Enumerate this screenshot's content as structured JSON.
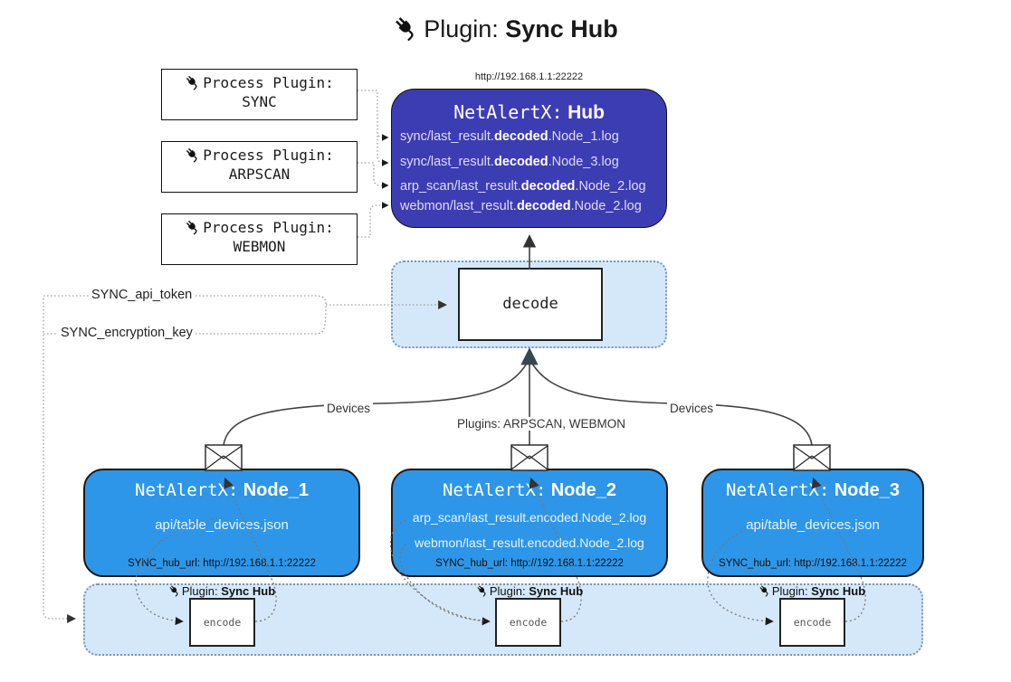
{
  "title": {
    "prefix": "Plugin:",
    "name": "Sync Hub"
  },
  "hub": {
    "url": "http://192.168.1.1:22222",
    "title_prefix": "NetAlertX:",
    "title_name": "Hub",
    "files": [
      {
        "pre": "sync/last_result.",
        "bold": "decoded",
        "post": ".Node_1.log"
      },
      {
        "pre": "sync/last_result.",
        "bold": "decoded",
        "post": ".Node_3.log"
      },
      {
        "pre": "arp_scan/last_result.",
        "bold": "decoded",
        "post": ".Node_2.log"
      },
      {
        "pre": "webmon/last_result.",
        "bold": "decoded",
        "post": ".Node_2.log"
      }
    ]
  },
  "process_plugins": [
    {
      "label": "Process Plugin:",
      "name": "SYNC"
    },
    {
      "label": "Process Plugin:",
      "name": "ARPSCAN"
    },
    {
      "label": "Process Plugin:",
      "name": "WEBMON"
    }
  ],
  "decode": {
    "label": "decode"
  },
  "settings": {
    "api_token": "SYNC_api_token",
    "encryption_key": "SYNC_encryption_key"
  },
  "edge_labels": {
    "devices_left": "Devices",
    "devices_right": "Devices",
    "plugins": "Plugins: ARPSCAN, WEBMON"
  },
  "nodes": [
    {
      "title_prefix": "NetAlertX:",
      "title_name": "Node_1",
      "files": [
        "api/table_devices.json"
      ],
      "hub_url": "SYNC_hub_url: http://192.168.1.1:22222"
    },
    {
      "title_prefix": "NetAlertX:",
      "title_name": "Node_2",
      "files": [
        "arp_scan/last_result.encoded.Node_2.log",
        "webmon/last_result.encoded.Node_2.log"
      ],
      "hub_url": "SYNC_hub_url: http://192.168.1.1:22222"
    },
    {
      "title_prefix": "NetAlertX:",
      "title_name": "Node_3",
      "files": [
        "api/table_devices.json"
      ],
      "hub_url": "SYNC_hub_url: http://192.168.1.1:22222"
    }
  ],
  "encoder": {
    "plugin_prefix": "Plugin:",
    "plugin_name": "Sync Hub",
    "label": "encode"
  },
  "colors": {
    "hub_bg": "#3d3db3",
    "node_bg": "#2e96e8",
    "panel_bg": "#d5e8fa",
    "panel_border": "#7796b3",
    "line": "#424242"
  }
}
